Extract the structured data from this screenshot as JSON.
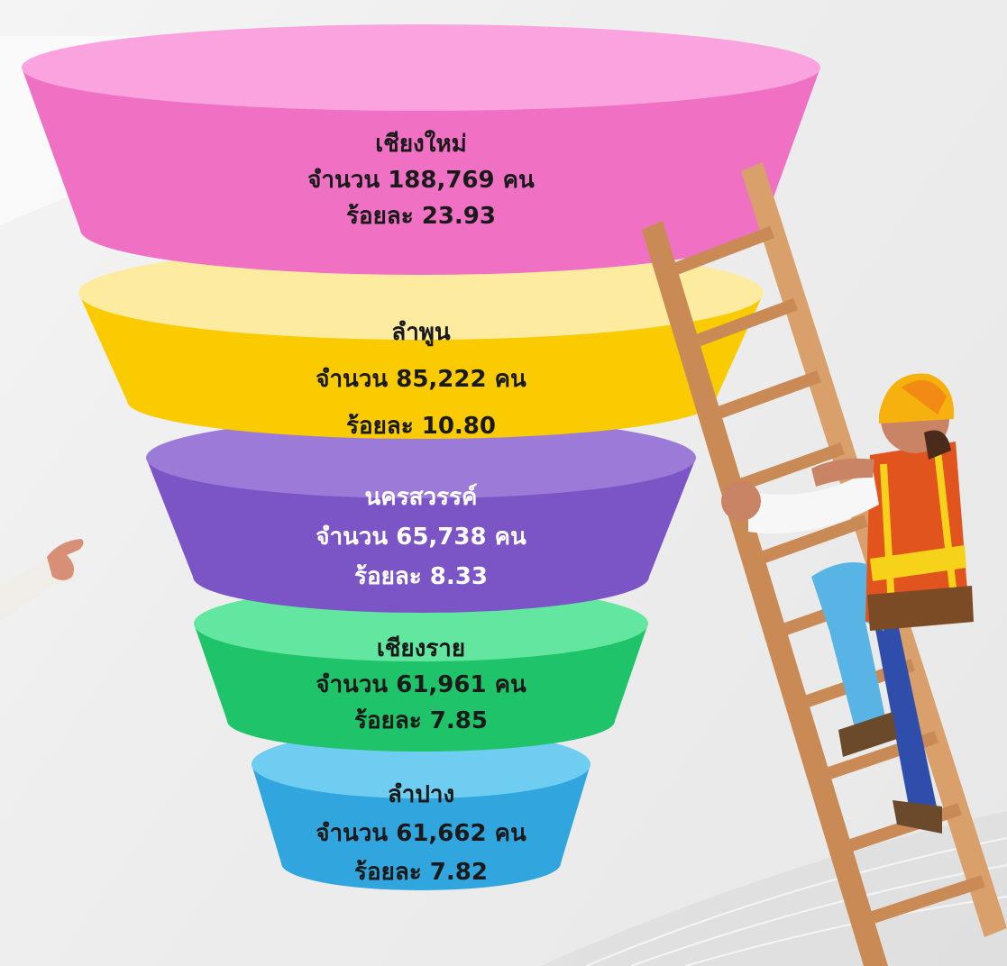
{
  "chart_data": {
    "type": "funnel",
    "count_prefix": "จำนวน",
    "count_unit": "คน",
    "percent_prefix": "ร้อยละ",
    "stages": [
      {
        "name": "เชียงใหม่",
        "count": "188,769",
        "percent": "23.93",
        "color_top": "#fba3df",
        "color_body": "#f070c4"
      },
      {
        "name": "ลำพูน",
        "count": "85,222",
        "percent": "10.80",
        "color_top": "#fdeca0",
        "color_body": "#f9cb00"
      },
      {
        "name": "นครสวรรค์",
        "count": "65,738",
        "percent": "8.33",
        "color_top": "#9b7ad8",
        "color_body": "#7b55c6"
      },
      {
        "name": "เชียงราย",
        "count": "61,961",
        "percent": "7.85",
        "color_top": "#62e6a0",
        "color_body": "#1fc46a"
      },
      {
        "name": "ลำปาง",
        "count": "61,662",
        "percent": "7.82",
        "color_top": "#6ecdf0",
        "color_body": "#31a6de"
      }
    ]
  }
}
